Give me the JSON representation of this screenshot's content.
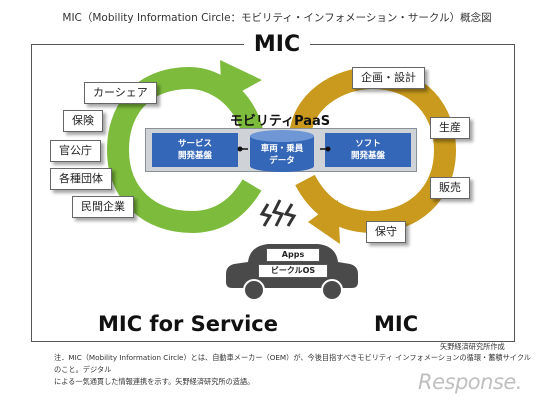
{
  "title": "MIC（Mobility Information Circle：モビリティ・インフォメーション・サークル）概念図",
  "center_title": "MIC",
  "platform": {
    "title": "モビリティPaaS",
    "left_box": "サービス\n開発基盤",
    "center_db": "車両・乗員\nデータ",
    "right_box": "ソフト\n開発基盤"
  },
  "left_items": [
    "カーシェア",
    "保険",
    "官公庁",
    "各種団体",
    "民間企業"
  ],
  "right_items": [
    "企画・設計",
    "生産",
    "販売",
    "保守"
  ],
  "car": {
    "apps": "Apps",
    "os": "ビークルOS"
  },
  "bottom_left": "MIC for Service",
  "bottom_right": "MIC",
  "credit": "矢野経済研究所作成",
  "note_line1": "注．MIC（Mobility Information Circle）とは、自動車メーカー（OEM）が、今後目指すべきモビリティ インフォメーションの循環・蓄積サイクルのこと。デジタル",
  "note_line2": "による一気通貫した情報連携を示す。矢野経済研究所の造語。",
  "brand": "Response.",
  "colors": {
    "green": "#7dbb3c",
    "gold": "#c99a1d",
    "blue": "#3567b8",
    "car": "#4a4a4a"
  }
}
